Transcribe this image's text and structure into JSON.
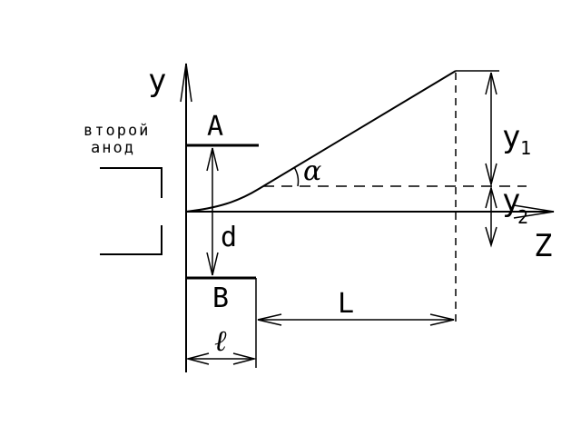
{
  "labels": {
    "axis_y": "y",
    "axis_z": "Z",
    "second_anode_line1": "второй",
    "second_anode_line2": "анод",
    "plate_a": "A",
    "plate_b": "B",
    "distance_d": "d",
    "length_l": "L",
    "plate_length": "ℓ",
    "angle": "α",
    "y1_main": "y",
    "y1_sub": "1",
    "y2_main": "y",
    "y2_sub": "2"
  }
}
